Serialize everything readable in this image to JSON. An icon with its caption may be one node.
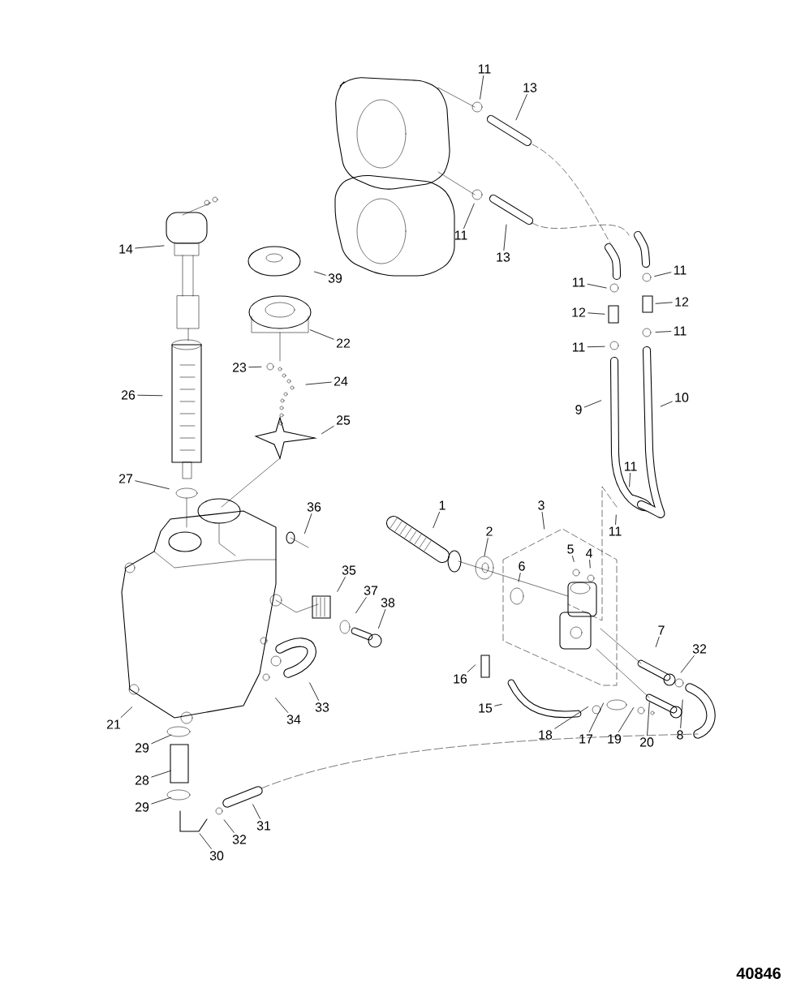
{
  "diagram": {
    "nodes": [
      {
        "text": [
          "11"
        ]
      },
      {
        "text": [
          "13"
        ]
      },
      {
        "text": [
          "11"
        ]
      },
      {
        "text": [
          "13"
        ]
      },
      {
        "text": [
          "14"
        ]
      },
      {
        "text": [
          "11"
        ]
      },
      {
        "text": [
          "39"
        ]
      },
      {
        "text": [
          "11"
        ]
      },
      {
        "text": [
          "12"
        ]
      },
      {
        "text": [
          "12"
        ]
      },
      {
        "text": [
          "11"
        ]
      },
      {
        "text": [
          "22"
        ]
      },
      {
        "text": [
          "11"
        ]
      },
      {
        "text": [
          "23"
        ]
      },
      {
        "text": [
          "24"
        ]
      },
      {
        "text": [
          "26"
        ]
      },
      {
        "text": [
          "10"
        ]
      },
      {
        "text": [
          "9"
        ]
      },
      {
        "text": [
          "25"
        ]
      },
      {
        "text": [
          "11"
        ]
      },
      {
        "text": [
          "27"
        ]
      },
      {
        "text": [
          "1"
        ]
      },
      {
        "text": [
          "3"
        ]
      },
      {
        "text": [
          "36"
        ]
      },
      {
        "text": [
          "2"
        ]
      },
      {
        "text": [
          "11"
        ]
      },
      {
        "text": [
          "5"
        ]
      },
      {
        "text": [
          "4"
        ]
      },
      {
        "text": [
          "6"
        ]
      },
      {
        "text": [
          "35"
        ]
      },
      {
        "text": [
          "37"
        ]
      },
      {
        "text": [
          "38"
        ]
      },
      {
        "text": [
          "7"
        ]
      },
      {
        "text": [
          "32"
        ]
      },
      {
        "text": [
          "16"
        ]
      },
      {
        "text": [
          "33"
        ]
      },
      {
        "text": [
          "15"
        ]
      },
      {
        "text": [
          "34"
        ]
      },
      {
        "text": [
          "8"
        ]
      },
      {
        "text": [
          "21"
        ]
      },
      {
        "text": [
          "18"
        ]
      },
      {
        "text": [
          "17"
        ]
      },
      {
        "text": [
          "19"
        ]
      },
      {
        "text": [
          "20"
        ]
      },
      {
        "text": [
          "29"
        ]
      },
      {
        "text": [
          "28"
        ]
      },
      {
        "text": [
          "29"
        ]
      },
      {
        "text": [
          "31"
        ]
      },
      {
        "text": [
          "32"
        ]
      },
      {
        "text": [
          "30"
        ]
      }
    ],
    "edges": [
      {
        "from": 0,
        "to": null,
        "arrow": "none"
      },
      {
        "from": 1,
        "to": null,
        "arrow": "none"
      },
      {
        "from": 2,
        "to": null,
        "arrow": "none"
      },
      {
        "from": 3,
        "to": null,
        "arrow": "none"
      },
      {
        "from": 4,
        "to": null,
        "arrow": "none"
      },
      {
        "from": 5,
        "to": null,
        "arrow": "none"
      },
      {
        "from": 6,
        "to": null,
        "arrow": "none"
      },
      {
        "from": 7,
        "to": null,
        "arrow": "none"
      },
      {
        "from": 8,
        "to": null,
        "arrow": "none"
      },
      {
        "from": 9,
        "to": null,
        "arrow": "none"
      },
      {
        "from": 10,
        "to": null,
        "arrow": "none"
      },
      {
        "from": 11,
        "to": null,
        "arrow": "none"
      },
      {
        "from": 12,
        "to": null,
        "arrow": "none"
      },
      {
        "from": 13,
        "to": null,
        "arrow": "none"
      },
      {
        "from": 14,
        "to": null,
        "arrow": "none"
      },
      {
        "from": 15,
        "to": null,
        "arrow": "none"
      },
      {
        "from": 16,
        "to": null,
        "arrow": "none"
      },
      {
        "from": 17,
        "to": null,
        "arrow": "none"
      },
      {
        "from": 18,
        "to": null,
        "arrow": "none"
      },
      {
        "from": 19,
        "to": null,
        "arrow": "none"
      },
      {
        "from": 20,
        "to": null,
        "arrow": "none"
      },
      {
        "from": 21,
        "to": null,
        "arrow": "none"
      },
      {
        "from": 22,
        "to": null,
        "arrow": "none"
      },
      {
        "from": 23,
        "to": null,
        "arrow": "none"
      },
      {
        "from": 24,
        "to": null,
        "arrow": "none"
      },
      {
        "from": 25,
        "to": null,
        "arrow": "none"
      },
      {
        "from": 26,
        "to": null,
        "arrow": "none"
      },
      {
        "from": 27,
        "to": null,
        "arrow": "none"
      },
      {
        "from": 28,
        "to": null,
        "arrow": "none"
      },
      {
        "from": 29,
        "to": null,
        "arrow": "none"
      },
      {
        "from": 30,
        "to": null,
        "arrow": "none"
      },
      {
        "from": 31,
        "to": null,
        "arrow": "none"
      },
      {
        "from": 32,
        "to": null,
        "arrow": "none"
      },
      {
        "from": 33,
        "to": null,
        "arrow": "none"
      },
      {
        "from": 34,
        "to": null,
        "arrow": "none"
      },
      {
        "from": 35,
        "to": null,
        "arrow": "none"
      },
      {
        "from": 36,
        "to": null,
        "arrow": "none"
      },
      {
        "from": 37,
        "to": null,
        "arrow": "none"
      },
      {
        "from": 38,
        "to": null,
        "arrow": "none"
      },
      {
        "from": 39,
        "to": null,
        "arrow": "none"
      },
      {
        "from": 40,
        "to": null,
        "arrow": "none"
      },
      {
        "from": 41,
        "to": null,
        "arrow": "none"
      },
      {
        "from": 42,
        "to": null,
        "arrow": "none"
      },
      {
        "from": 43,
        "to": null,
        "arrow": "none"
      },
      {
        "from": 44,
        "to": null,
        "arrow": "none"
      },
      {
        "from": 45,
        "to": null,
        "arrow": "none"
      },
      {
        "from": 46,
        "to": null,
        "arrow": "none"
      },
      {
        "from": 47,
        "to": null,
        "arrow": "none"
      },
      {
        "from": 48,
        "to": null,
        "arrow": "none"
      },
      {
        "from": 49,
        "to": null,
        "arrow": "none"
      }
    ],
    "labels": [
      "40846"
    ]
  }
}
